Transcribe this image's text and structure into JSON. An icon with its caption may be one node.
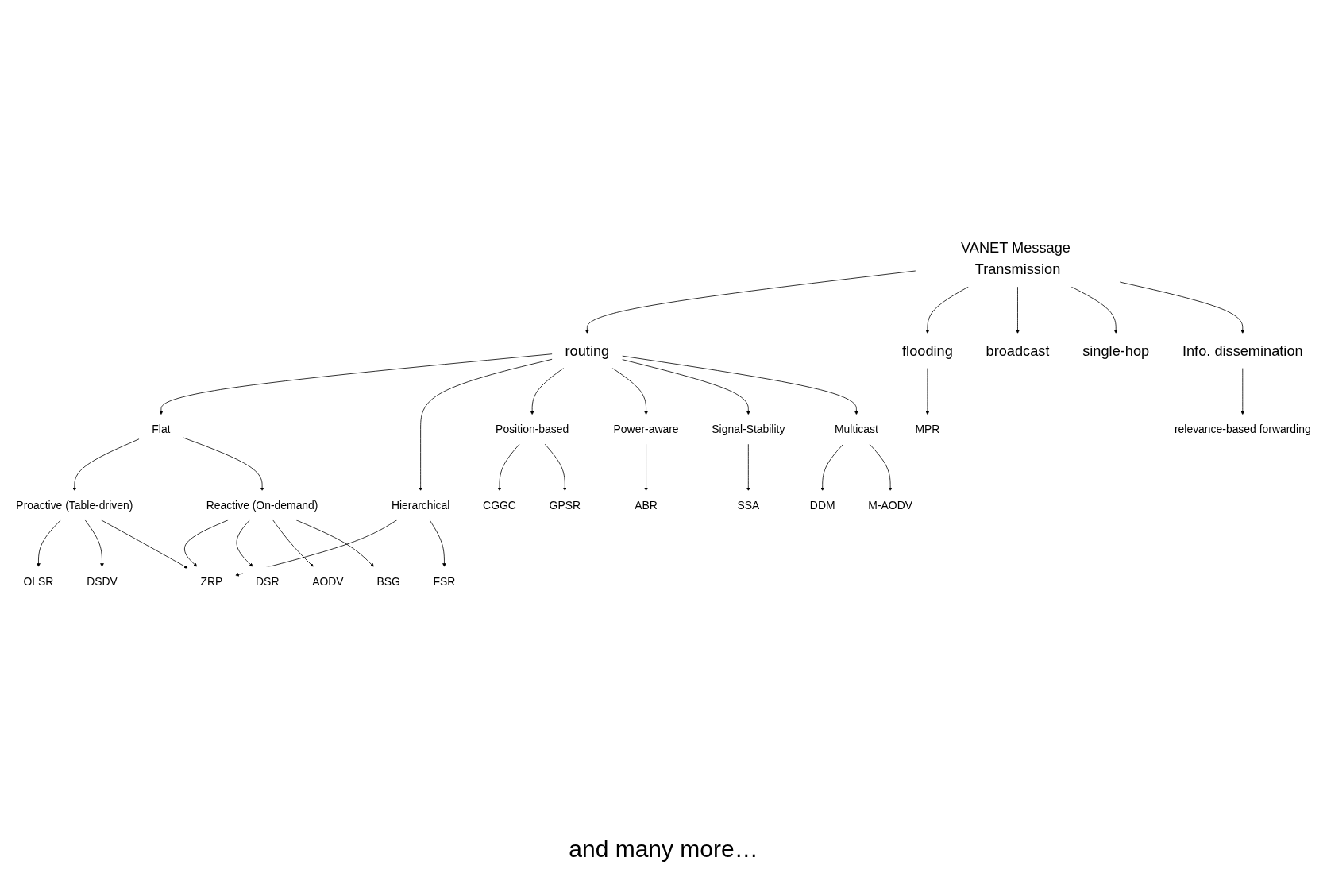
{
  "diagram": {
    "nodes": [
      {
        "text": [
          "VANET Message Transmission"
        ]
      },
      {
        "text": [
          "routing"
        ]
      },
      {
        "text": [
          "flooding"
        ]
      },
      {
        "text": [
          "broadcast"
        ]
      },
      {
        "text": [
          "single-hop"
        ]
      },
      {
        "text": [
          "Info. dissemination"
        ]
      },
      {
        "text": [
          "MPR"
        ]
      },
      {
        "text": [
          "relevance-based forwarding"
        ]
      },
      {
        "text": [
          "Flat"
        ]
      },
      {
        "text": [
          "Hierarchical"
        ]
      },
      {
        "text": [
          "Position-based"
        ]
      },
      {
        "text": [
          "Power-aware"
        ]
      },
      {
        "text": [
          "Signal-Stability"
        ]
      },
      {
        "text": [
          "Multicast"
        ]
      },
      {
        "text": [
          "Proactive (Table-driven)"
        ]
      },
      {
        "text": [
          "Reactive (On-demand)"
        ]
      },
      {
        "text": [
          "CGGC"
        ]
      },
      {
        "text": [
          "GPSR"
        ]
      },
      {
        "text": [
          "ABR"
        ]
      },
      {
        "text": [
          "SSA"
        ]
      },
      {
        "text": [
          "DDM"
        ]
      },
      {
        "text": [
          "M-AODV"
        ]
      },
      {
        "text": [
          "OLSR"
        ]
      },
      {
        "text": [
          "DSDV"
        ]
      },
      {
        "text": [
          "ZRP"
        ]
      },
      {
        "text": [
          "FSR"
        ]
      },
      {
        "text": [
          "DSR"
        ]
      },
      {
        "text": [
          "AODV"
        ]
      },
      {
        "text": [
          "BSG"
        ]
      }
    ],
    "edges": [
      {
        "from": 0,
        "to": 1,
        "arrow": "to"
      },
      {
        "from": 0,
        "to": 2,
        "arrow": "to"
      },
      {
        "from": 0,
        "to": 3,
        "arrow": "to"
      },
      {
        "from": 0,
        "to": 4,
        "arrow": "to"
      },
      {
        "from": 0,
        "to": 5,
        "arrow": "to"
      },
      {
        "from": 2,
        "to": 6,
        "arrow": "to"
      },
      {
        "from": 5,
        "to": 7,
        "arrow": "to"
      },
      {
        "from": 1,
        "to": 8,
        "arrow": "to"
      },
      {
        "from": 1,
        "to": 9,
        "arrow": "to"
      },
      {
        "from": 1,
        "to": 10,
        "arrow": "to"
      },
      {
        "from": 1,
        "to": 11,
        "arrow": "to"
      },
      {
        "from": 1,
        "to": 12,
        "arrow": "to"
      },
      {
        "from": 1,
        "to": 13,
        "arrow": "to"
      },
      {
        "from": 8,
        "to": 14,
        "arrow": "to"
      },
      {
        "from": 8,
        "to": 15,
        "arrow": "to"
      },
      {
        "from": 9,
        "to": 24,
        "arrow": "to"
      },
      {
        "from": 9,
        "to": 25,
        "arrow": "to"
      },
      {
        "from": 10,
        "to": 16,
        "arrow": "to"
      },
      {
        "from": 10,
        "to": 17,
        "arrow": "to"
      },
      {
        "from": 11,
        "to": 18,
        "arrow": "to"
      },
      {
        "from": 12,
        "to": 19,
        "arrow": "to"
      },
      {
        "from": 13,
        "to": 20,
        "arrow": "to"
      },
      {
        "from": 13,
        "to": 21,
        "arrow": "to"
      },
      {
        "from": 14,
        "to": 22,
        "arrow": "to"
      },
      {
        "from": 14,
        "to": 23,
        "arrow": "to"
      },
      {
        "from": 14,
        "to": 24,
        "arrow": "to"
      },
      {
        "from": 15,
        "to": 24,
        "arrow": "to"
      },
      {
        "from": 15,
        "to": 26,
        "arrow": "to"
      },
      {
        "from": 15,
        "to": 27,
        "arrow": "to"
      },
      {
        "from": 15,
        "to": 28,
        "arrow": "to"
      }
    ],
    "labels": [
      "and many more…"
    ]
  }
}
